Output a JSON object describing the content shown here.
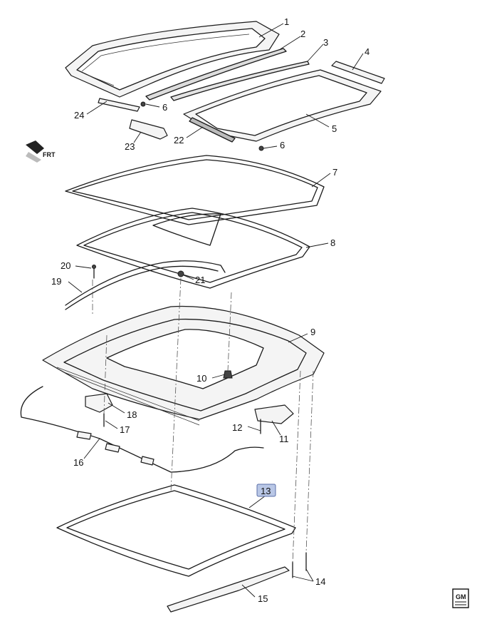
{
  "callouts": [
    {
      "id": "c1",
      "label": "1"
    },
    {
      "id": "c2",
      "label": "2"
    },
    {
      "id": "c3",
      "label": "3"
    },
    {
      "id": "c4",
      "label": "4"
    },
    {
      "id": "c5",
      "label": "5"
    },
    {
      "id": "c6a",
      "label": "6"
    },
    {
      "id": "c6b",
      "label": "6"
    },
    {
      "id": "c7",
      "label": "7"
    },
    {
      "id": "c8",
      "label": "8"
    },
    {
      "id": "c9",
      "label": "9"
    },
    {
      "id": "c10",
      "label": "10"
    },
    {
      "id": "c11",
      "label": "11"
    },
    {
      "id": "c12",
      "label": "12"
    },
    {
      "id": "c13",
      "label": "13",
      "highlighted": true
    },
    {
      "id": "c14",
      "label": "14"
    },
    {
      "id": "c15",
      "label": "15"
    },
    {
      "id": "c16",
      "label": "16"
    },
    {
      "id": "c17",
      "label": "17"
    },
    {
      "id": "c18",
      "label": "18"
    },
    {
      "id": "c19",
      "label": "19"
    },
    {
      "id": "c20",
      "label": "20"
    },
    {
      "id": "c21",
      "label": "21"
    },
    {
      "id": "c22",
      "label": "22"
    },
    {
      "id": "c23",
      "label": "23"
    },
    {
      "id": "c24",
      "label": "24"
    }
  ],
  "orientation_marker": {
    "text": "FRT",
    "icon": "front-arrow-icon"
  },
  "logo": {
    "text": "GM",
    "icon": "gm-logo-icon"
  },
  "colors": {
    "line": "#1a1a1a",
    "highlight": "#b9c7e6",
    "highlight_border": "#5b6fa8"
  }
}
